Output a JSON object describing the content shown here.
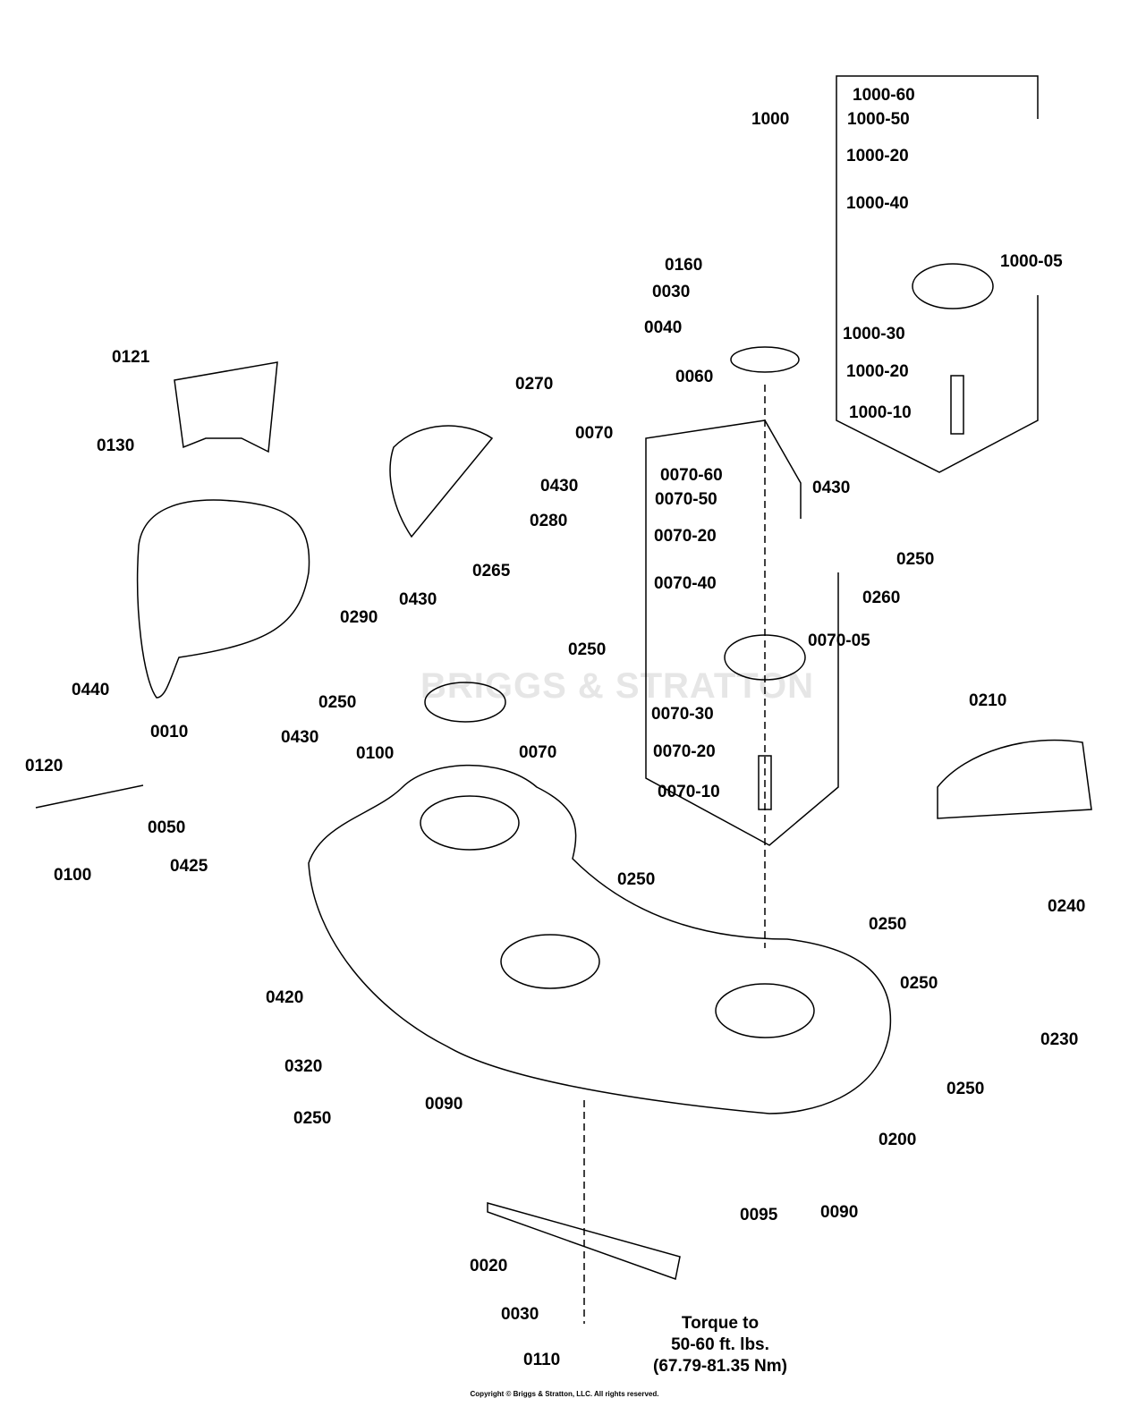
{
  "diagram": {
    "watermark": "BRIGGS & STRATTON",
    "labels": [
      "1000-60",
      "1000-50",
      "1000",
      "1000-20",
      "1000-40",
      "1000-05",
      "1000-30",
      "1000-20",
      "1000-10",
      "0160",
      "0030",
      "0040",
      "0060",
      "0121",
      "0270",
      "0130",
      "0070",
      "0070-60",
      "0070-50",
      "0070-20",
      "0070-40",
      "0070-05",
      "0070-30",
      "0070-20",
      "0070-10",
      "0430",
      "0280",
      "0430",
      "0250",
      "0260",
      "0265",
      "0430",
      "0290",
      "0250",
      "0250",
      "0070",
      "0210",
      "0440",
      "0010",
      "0430",
      "0100",
      "0120",
      "0050",
      "0425",
      "0100",
      "0250",
      "0250",
      "0240",
      "0250",
      "0420",
      "0230",
      "0320",
      "0250",
      "0090",
      "0250",
      "0200",
      "0095",
      "0090",
      "0020",
      "0030",
      "0110"
    ],
    "torque_note": [
      "Torque to",
      "50-60 ft. lbs.",
      "(67.79-81.35 Nm)"
    ],
    "copyright": "Copyright © Briggs & Stratton, LLC. All rights reserved."
  }
}
